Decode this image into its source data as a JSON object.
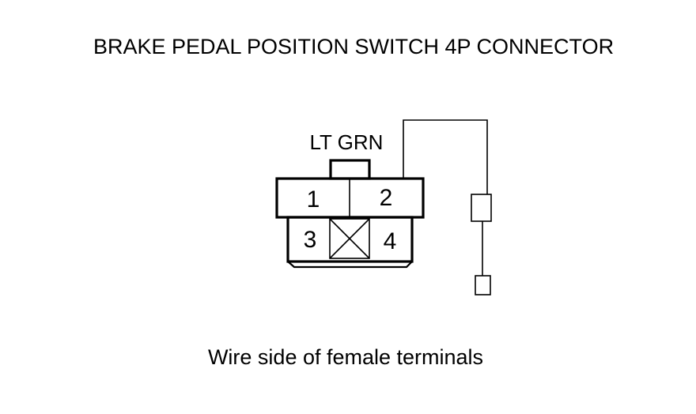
{
  "title": "BRAKE PEDAL POSITION SWITCH 4P CONNECTOR",
  "wire_color": "LT GRN",
  "terminals": [
    {
      "number": "1",
      "wired": false
    },
    {
      "number": "2",
      "wired": true
    },
    {
      "number": "3",
      "wired": false
    },
    {
      "number": "4",
      "wired": false
    }
  ],
  "unused_cavity_icon": "x-mark-icon",
  "caption": "Wire side of female terminals"
}
